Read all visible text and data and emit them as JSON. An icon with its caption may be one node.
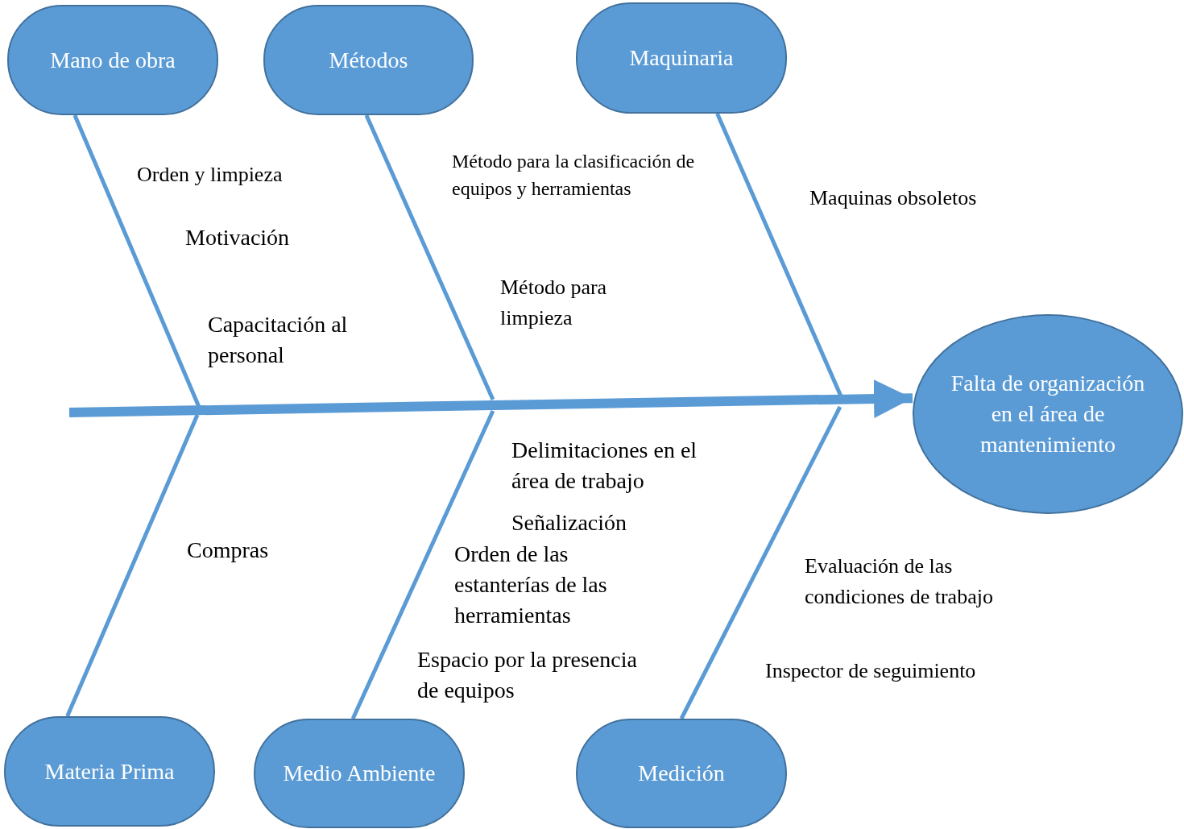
{
  "diagram": {
    "nodes": [
      {
        "text": [
          "Mano de obra"
        ]
      },
      {
        "text": [
          "Métodos"
        ]
      },
      {
        "text": [
          "Maquinaria"
        ]
      },
      {
        "text": [
          "Falta de organización en el área de mantenimiento"
        ]
      },
      {
        "text": [
          "Materia Prima"
        ]
      },
      {
        "text": [
          "Medio Ambiente"
        ]
      },
      {
        "text": [
          "Medición"
        ]
      }
    ],
    "edges": [
      {
        "from": null,
        "to": 3,
        "arrow": "to",
        "style": "thick"
      },
      {
        "from": 0,
        "to": null,
        "arrow": "none"
      },
      {
        "from": 1,
        "to": null,
        "arrow": "none"
      },
      {
        "from": 2,
        "to": null,
        "arrow": "none"
      },
      {
        "from": 4,
        "to": null,
        "arrow": "none"
      },
      {
        "from": 5,
        "to": null,
        "arrow": "none"
      },
      {
        "from": 6,
        "to": null,
        "arrow": "none"
      }
    ],
    "labels": [
      "Orden y limpieza",
      "Método para la clasificación de equipos y herramientas",
      "Maquinas obsoletos",
      "Motivación",
      "Método para limpieza",
      "Capacitación al personal",
      "Delimitaciones en el área de trabajo",
      "Señalización",
      "Compras",
      "Orden de las estanterías de las herramientas",
      "Evaluación de las condiciones de trabajo",
      "Espacio por la presencia de equipos",
      "Inspector de seguimiento"
    ]
  }
}
